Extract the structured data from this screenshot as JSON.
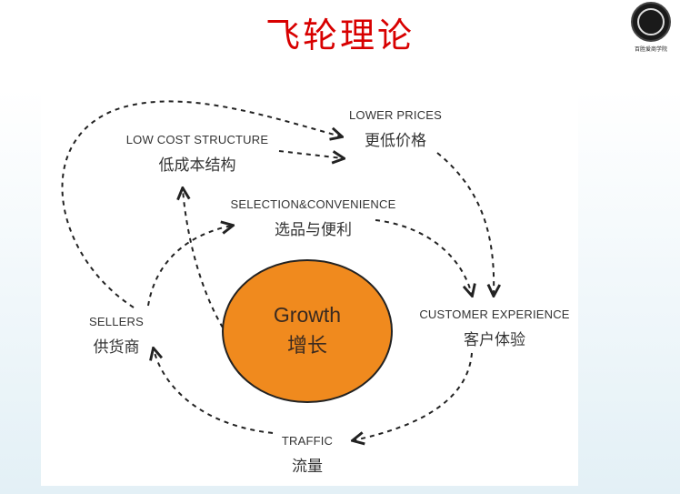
{
  "slide": {
    "title": "飞轮理论",
    "logo_text": "百胜爱商学院"
  },
  "diagram": {
    "center": {
      "en": "Growth",
      "zh": "增长",
      "color": "#f08a1e"
    },
    "nodes": {
      "low_cost": {
        "en": "LOW COST STRUCTURE",
        "zh": "低成本结构"
      },
      "lower_prices": {
        "en": "LOWER PRICES",
        "zh": "更低价格"
      },
      "selection": {
        "en": "SELECTION&CONVENIENCE",
        "zh": "选品与便利"
      },
      "customer_experience": {
        "en": "CUSTOMER EXPERIENCE",
        "zh": "客户体验"
      },
      "traffic": {
        "en": "TRAFFIC",
        "zh": "流量"
      },
      "sellers": {
        "en": "SELLERS",
        "zh": "供货商"
      }
    },
    "title_color": "#d80000"
  }
}
